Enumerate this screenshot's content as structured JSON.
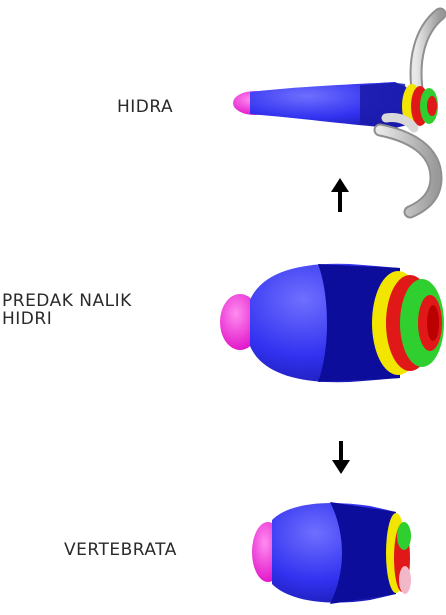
{
  "labels": {
    "hidra": "HIDRA",
    "predak": "PREDAK NALIK\nHIDRI",
    "vertebrata": "VERTEBRATA"
  },
  "colors": {
    "magenta": "#ff33dd",
    "blue": "#3b3bff",
    "navy": "#0d0d9c",
    "yellow": "#f2e600",
    "red": "#e01818",
    "green": "#2fcf2f",
    "grey": "#c8c8c8",
    "arrow": "#000000"
  }
}
